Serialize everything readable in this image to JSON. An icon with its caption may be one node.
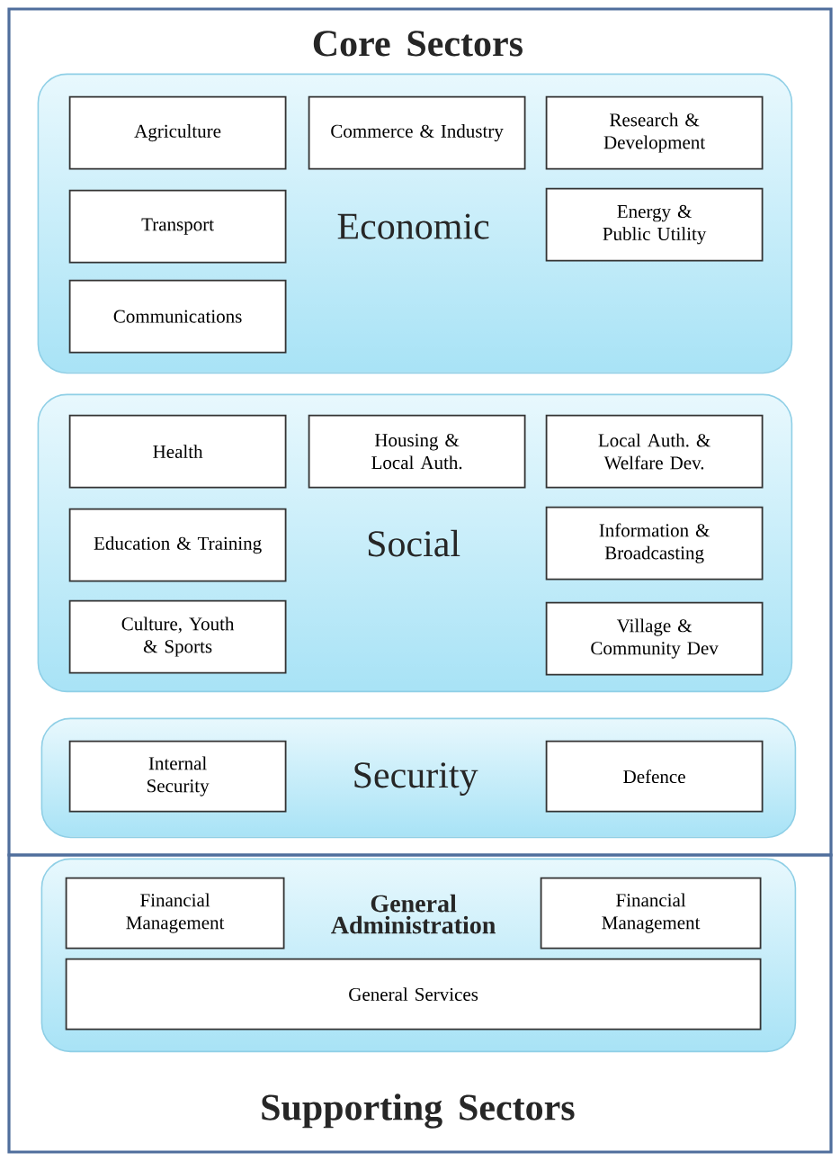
{
  "diagram": {
    "nodes": [
      {
        "text": [
          "Core Sectors"
        ]
      },
      {
        "text": [
          "Economic"
        ],
        "in": 0
      },
      {
        "text": [
          "Agriculture"
        ],
        "in": 1
      },
      {
        "text": [
          "Commerce & Industry"
        ],
        "in": 1
      },
      {
        "text": [
          "Research & Development"
        ],
        "in": 1
      },
      {
        "text": [
          "Transport"
        ],
        "in": 1
      },
      {
        "text": [
          "Energy & Public Utility"
        ],
        "in": 1
      },
      {
        "text": [
          "Communications"
        ],
        "in": 1
      },
      {
        "text": [
          "Social"
        ],
        "in": 0
      },
      {
        "text": [
          "Health"
        ],
        "in": 8
      },
      {
        "text": [
          "Housing & Local Auth."
        ],
        "in": 8
      },
      {
        "text": [
          "Local Auth. & Welfare Dev."
        ],
        "in": 8
      },
      {
        "text": [
          "Education & Training"
        ],
        "in": 8
      },
      {
        "text": [
          "Information & Broadcasting"
        ],
        "in": 8
      },
      {
        "text": [
          "Culture, Youth & Sports"
        ],
        "in": 8
      },
      {
        "text": [
          "Village & Community Dev"
        ],
        "in": 8
      },
      {
        "text": [
          "Security"
        ],
        "in": 0
      },
      {
        "text": [
          "Internal Security"
        ],
        "in": 16
      },
      {
        "text": [
          "Defence"
        ],
        "in": 16
      },
      {
        "text": [
          "Supporting Sectors"
        ]
      },
      {
        "text": [
          "General Administration"
        ],
        "in": 19
      },
      {
        "text": [
          "Financial Management"
        ],
        "in": 20
      },
      {
        "text": [
          "Financial Management"
        ],
        "in": 20
      },
      {
        "text": [
          "General Services"
        ],
        "in": 20
      }
    ]
  }
}
